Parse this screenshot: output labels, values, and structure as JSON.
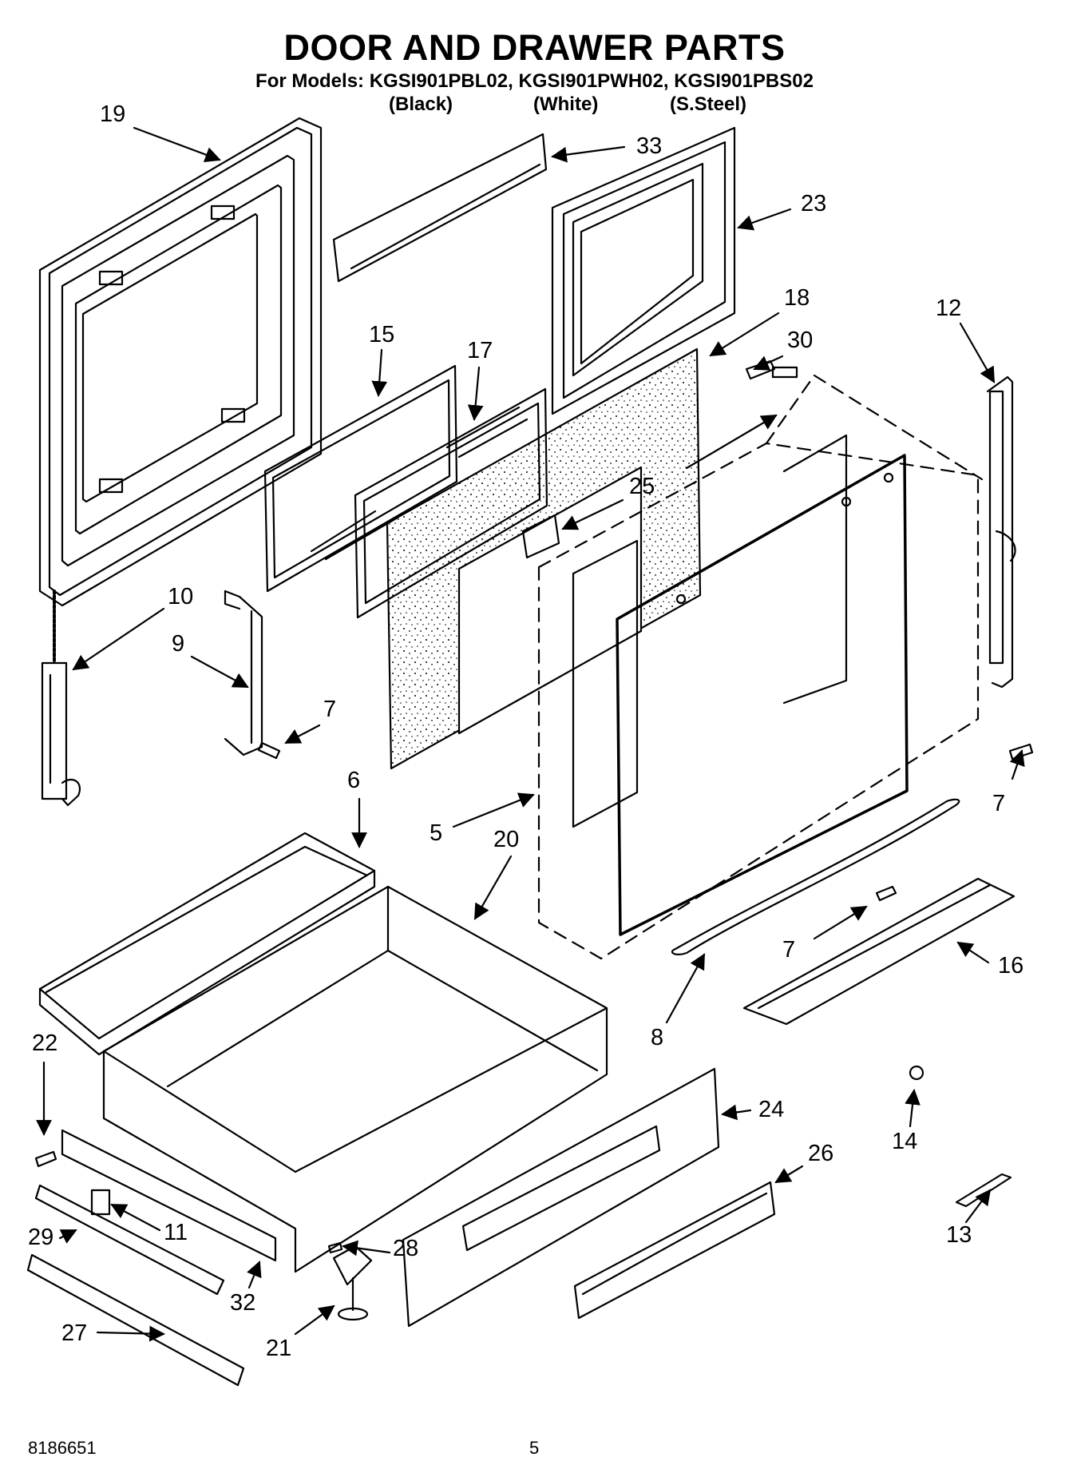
{
  "header": {
    "title": "DOOR AND DRAWER PARTS",
    "subtitle": "For Models: KGSI901PBL02, KGSI901PWH02, KGSI901PBS02",
    "variants": [
      "(Black)",
      "(White)",
      "(S.Steel)"
    ]
  },
  "callouts": {
    "19": "19",
    "33": "33",
    "23": "23",
    "18": "18",
    "15": "15",
    "17": "17",
    "30": "30",
    "12": "12",
    "25": "25",
    "10": "10",
    "9": "9",
    "7": "7",
    "6": "6",
    "5": "5",
    "20": "20",
    "8": "8",
    "16": "16",
    "22": "22",
    "24": "24",
    "14": "14",
    "26": "26",
    "13": "13",
    "11": "11",
    "28": "28",
    "29": "29",
    "32": "32",
    "21": "21",
    "27": "27"
  },
  "footer": {
    "doc_number": "8186651",
    "page_number": "5"
  }
}
